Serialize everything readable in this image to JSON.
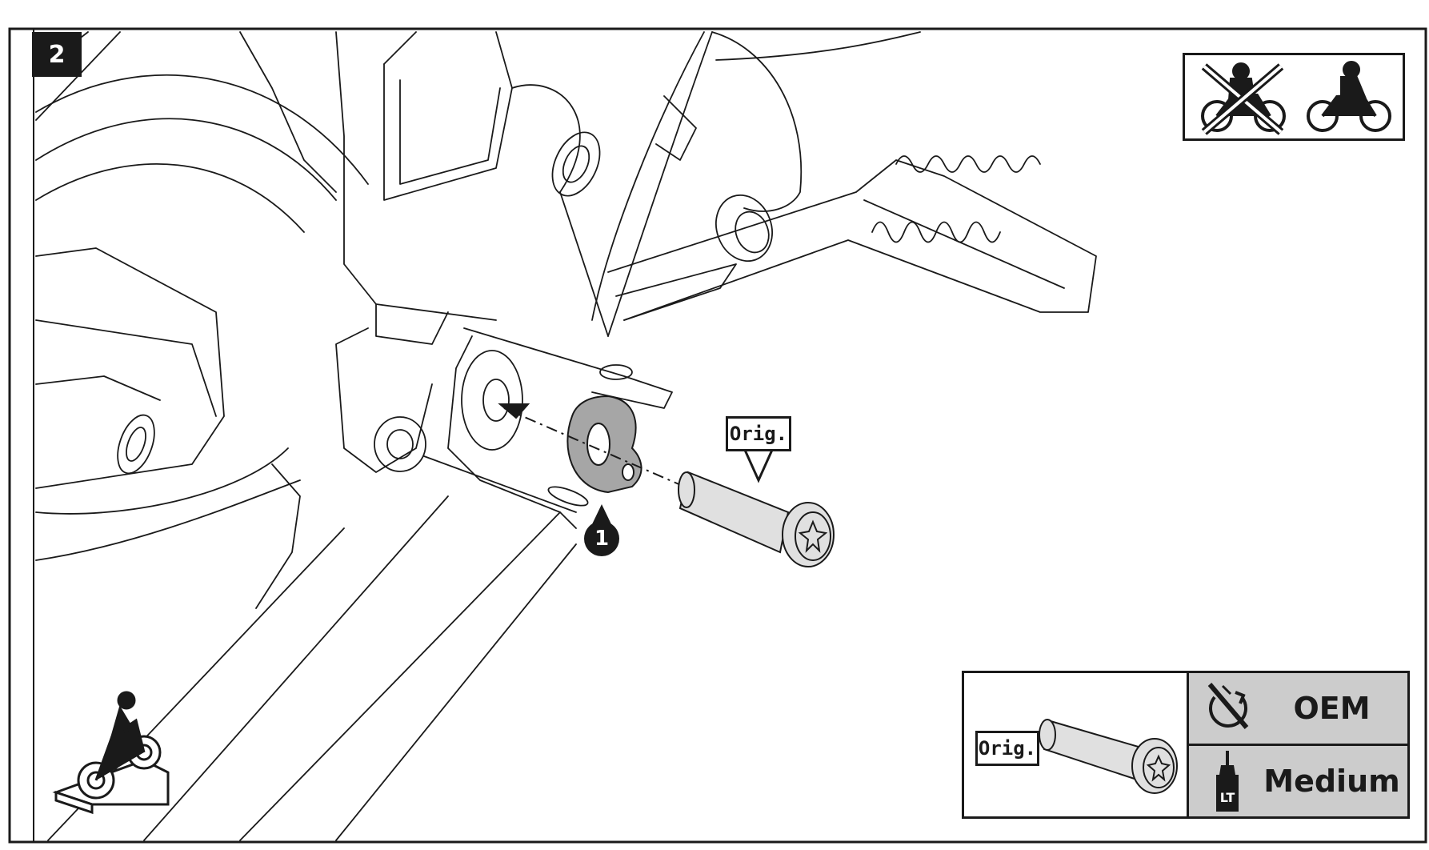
{
  "step": {
    "number": "2"
  },
  "callout": {
    "label": "1"
  },
  "tags": {
    "orig": "Orig.",
    "orig_small": "Orig."
  },
  "specs": {
    "torque": "OEM",
    "threadlocker": "Medium",
    "threadlocker_icon_label": "LT"
  },
  "icons": {
    "rider_off": "no-rider-icon",
    "rider_on": "rider-on-bike-icon",
    "stand": "bike-on-stand-icon",
    "torque": "torque-wrench-icon",
    "threadlocker": "threadlocker-bottle-icon",
    "bolt": "torx-bolt-icon"
  },
  "colors": {
    "ink": "#1a1a1a",
    "part_fill": "#a6a6a6",
    "panel_fill": "#cccccc",
    "bolt_fill": "#e0e0e0"
  }
}
